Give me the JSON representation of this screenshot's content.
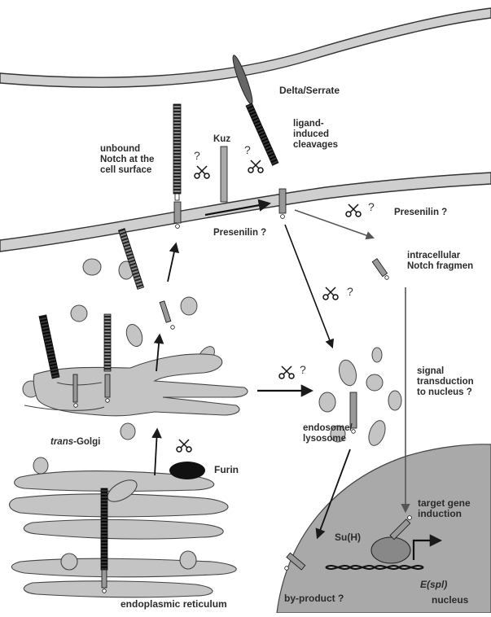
{
  "labels": {
    "delta_serrate": "Delta/Serrate",
    "ligand_cleavages": [
      "ligand-",
      "induced",
      "cleavages"
    ],
    "kuz": "Kuz",
    "unbound_notch": [
      "unbound",
      "Notch at the",
      "cell surface"
    ],
    "presenilin_q_1": "Presenilin ?",
    "presenilin_q_2": "Presenilin ?",
    "intracellular_fragment": [
      "intracellular",
      "Notch fragmen"
    ],
    "signal_transduction": [
      "signal",
      "transduction",
      "to nucleus ?"
    ],
    "trans_golgi_italic": "trans",
    "trans_golgi_rest": "-Golgi",
    "furin": "Furin",
    "endosome_lysosome": [
      "endosome/",
      "lysosome"
    ],
    "target_gene": [
      "target gene",
      "induction"
    ],
    "su_h": "Su(H)",
    "e_spl": "E(spl)",
    "by_product": "by-product ?",
    "nucleus": "nucleus",
    "endoplasmic_reticulum": "endoplasmic reticulum",
    "question_mark": "?"
  },
  "colors": {
    "membrane_fill": "#c9c9c9",
    "membrane_line": "#3a3a3a",
    "organelle_fill": "#c4c4c4",
    "nucleus_fill": "#a9a9a9",
    "dark": "#1a1a1a"
  },
  "icons": [
    "scissors-icon",
    "arrow-icon",
    "notch-receptor-icon"
  ]
}
